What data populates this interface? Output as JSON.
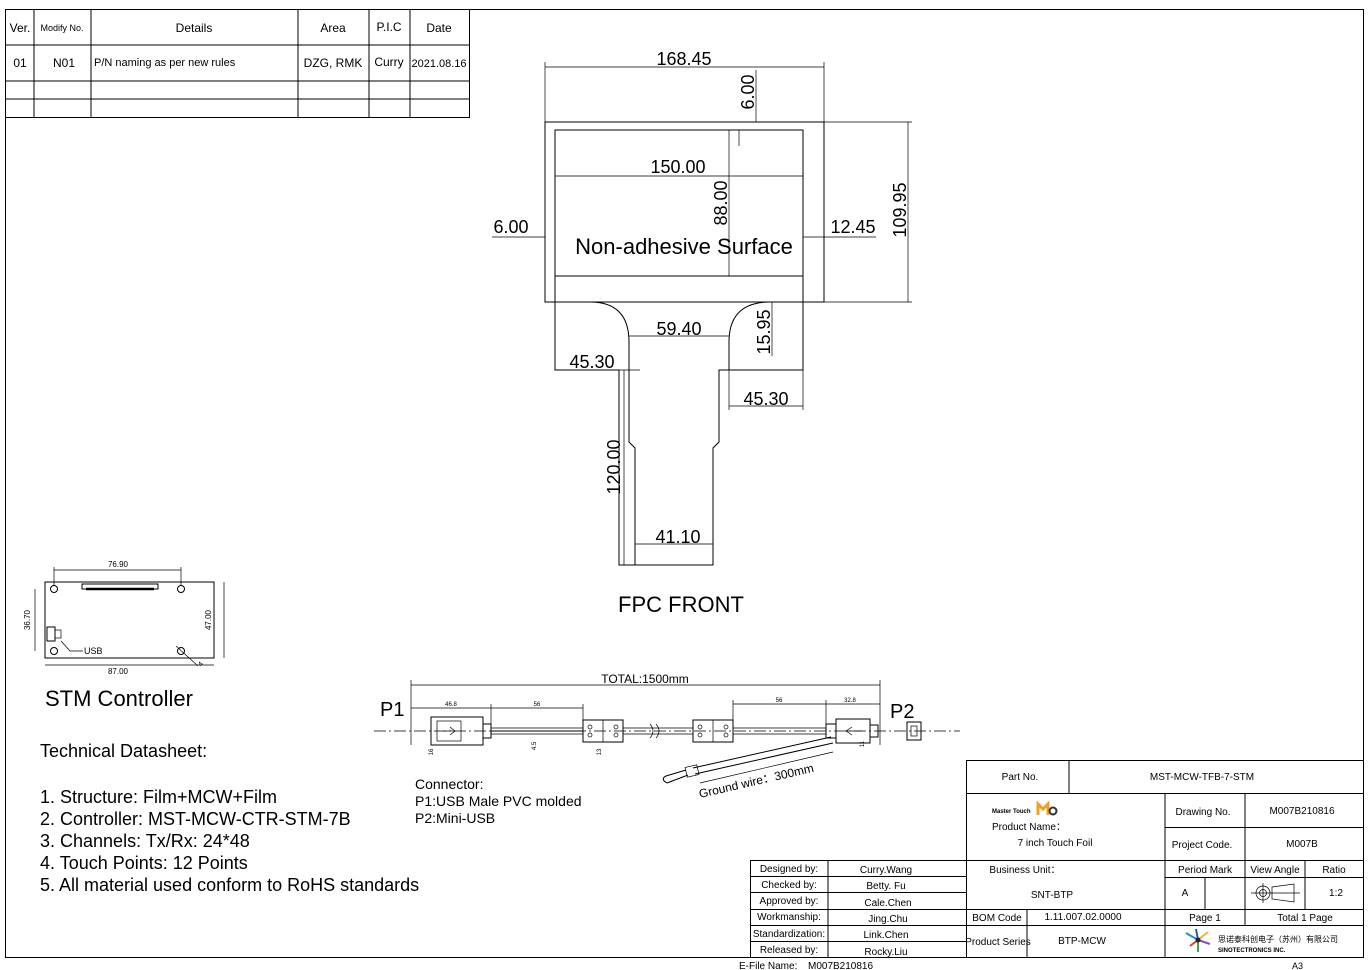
{
  "revision_table": {
    "headers": [
      "Ver.",
      "Modify No.",
      "Details",
      "Area",
      "P.I.C",
      "Date"
    ],
    "rows": [
      [
        "01",
        "N01",
        "P/N naming as per new rules",
        "DZG, RMK",
        "Curry",
        "2021.08.16"
      ]
    ]
  },
  "fpc_drawing": {
    "dims": {
      "overall_width": "168.45",
      "top_margin": "6.00",
      "inner_width": "150.00",
      "inner_height": "88.00",
      "left_margin": "6.00",
      "right_margin": "12.45",
      "overall_height": "109.95",
      "neck_width": "59.40",
      "corner_height": "15.95",
      "left_offset": "45.30",
      "right_offset": "45.30",
      "tail_length": "120.00",
      "tail_width": "41.10"
    },
    "surface_label": "Non-adhesive Surface",
    "view_label": "FPC FRONT"
  },
  "controller": {
    "dims": {
      "hole_spacing": "76.90",
      "height_left": "36.70",
      "height_right": "47.00",
      "width": "87.00",
      "hole_label": "4"
    },
    "usb_label": "USB",
    "title": "STM Controller"
  },
  "cable": {
    "total": "TOTAL:1500mm",
    "p1": "P1",
    "p2": "P2",
    "dims": [
      "46.8",
      "56",
      "56",
      "32.8"
    ],
    "heights": [
      "16",
      "4.5",
      "13",
      "11"
    ],
    "ground_wire": "Ground wire：300mm",
    "connector_lines": [
      "Connector:",
      "P1:USB Male PVC molded",
      "P2:Mini-USB"
    ]
  },
  "datasheet": {
    "title": "Technical Datasheet:",
    "items": [
      "1. Structure: Film+MCW+Film",
      "2. Controller: MST-MCW-CTR-STM-7B",
      "3. Channels: Tx/Rx: 24*48",
      "4. Touch Points: 12 Points",
      "5. All material used conform to RoHS standards"
    ]
  },
  "title_block": {
    "part_no_label": "Part No.",
    "part_no": "MST-MCW-TFB-7-STM",
    "logo_text": "Master Touch",
    "product_name_label": "Product Name：",
    "product_name": "7 inch Touch Foil",
    "drawing_no_label": "Drawing No.",
    "drawing_no": "M007B210816",
    "project_code_label": "Project Code.",
    "project_code": "M007B",
    "business_unit_label": "Business Unit：",
    "business_unit": "SNT-BTP",
    "period_mark_label": "Period Mark",
    "period_mark": "A",
    "view_angle_label": "View Angle",
    "ratio_label": "Ratio",
    "ratio": "1:2",
    "bom_code_label": "BOM Code",
    "bom_code": "1.11.007.02.0000",
    "page_label": "Page 1",
    "total_pages": "Total 1 Page",
    "product_series_label": "Product Series",
    "product_series": "BTP-MCW",
    "company_cn": "思诺泰科创电子（苏州）有限公司",
    "company_en": "SINOTECTRONICS INC.",
    "signoffs": [
      {
        "role": "Designed by:",
        "name": "Curry.Wang"
      },
      {
        "role": "Checked by:",
        "name": "Betty. Fu"
      },
      {
        "role": "Approved by:",
        "name": "Cale.Chen"
      },
      {
        "role": "Workmanship:",
        "name": "Jing.Chu"
      },
      {
        "role": "Standardization:",
        "name": "Link.Chen"
      },
      {
        "role": "Released by:",
        "name": "Rocky.Liu"
      }
    ],
    "efile_label": "E-File Name:",
    "efile": "M007B210816",
    "sheet_size": "A3"
  }
}
